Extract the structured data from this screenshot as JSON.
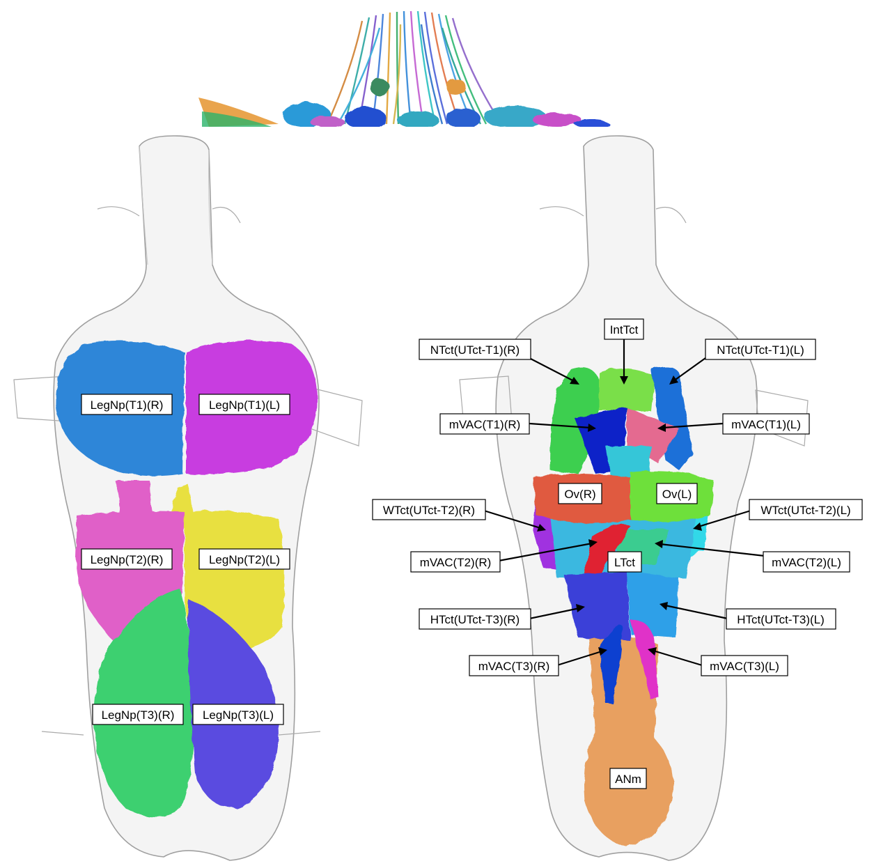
{
  "panels": {
    "left_labels": {
      "legnp_t1_r": "LegNp(T1)(R)",
      "legnp_t1_l": "LegNp(T1)(L)",
      "legnp_t2_r": "LegNp(T2)(R)",
      "legnp_t2_l": "LegNp(T2)(L)",
      "legnp_t3_r": "LegNp(T3)(R)",
      "legnp_t3_l": "LegNp(T3)(L)"
    },
    "right_labels": {
      "inttct": "IntTct",
      "ntct_r": "NTct(UTct-T1)(R)",
      "ntct_l": "NTct(UTct-T1)(L)",
      "mvac_t1_r": "mVAC(T1)(R)",
      "mvac_t1_l": "mVAC(T1)(L)",
      "ov_r": "Ov(R)",
      "ov_l": "Ov(L)",
      "wtct_r": "WTct(UTct-T2)(R)",
      "wtct_l": "WTct(UTct-T2)(L)",
      "mvac_t2_r": "mVAC(T2)(R)",
      "mvac_t2_l": "mVAC(T2)(L)",
      "ltct": "LTct",
      "htct_r": "HTct(UTct-T3)(R)",
      "htct_l": "HTct(UTct-T3)(L)",
      "mvac_t3_r": "mVAC(T3)(R)",
      "mvac_t3_l": "mVAC(T3)(L)",
      "anm": "ANm"
    }
  },
  "colors": {
    "legnp_t1_r": "#2f86d8",
    "legnp_t1_l": "#c83ee0",
    "legnp_t2_r": "#e060c8",
    "legnp_t2_l": "#e8e040",
    "legnp_t3_r": "#3cd070",
    "legnp_t3_l": "#5a4ce0",
    "ntct": "#3ccf50",
    "ntct_l": "#1a6fd8",
    "inttct": "#7adf48",
    "mvac_t1_r": "#1020c8",
    "mvac_t1_l": "#e46a90",
    "ov_r": "#e05a40",
    "ov_l": "#6ee03a",
    "wtct_r": "#a030e0",
    "wtct_l": "#30d8e8",
    "mvac_t2_r": "#e02030",
    "ltct": "#3ab8e0",
    "htct_r": "#3a40d8",
    "htct_l": "#2fa0e8",
    "mvac_t3_r": "#1040d0",
    "mvac_t3_l": "#e030c8",
    "anm": "#e8a060",
    "shell": "#9a9a9a"
  }
}
